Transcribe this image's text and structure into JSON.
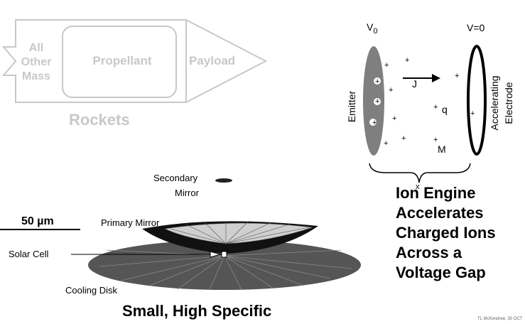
{
  "rocket": {
    "other_mass": "All Other Mass",
    "propellant": "Propellant",
    "payload": "Payload",
    "title": "Rockets"
  },
  "ion_engine": {
    "v0_label": "V",
    "v0_sub": "0",
    "v_zero_label": "V=0",
    "emitter_label": "Emitter",
    "accel_label": "Accelerating",
    "electrode_label": "Electrode",
    "j_label": "J",
    "q_label": "q",
    "m_label": "M",
    "description": "Ion Engine\nAccelerates\nCharged Ions\nAcross a\nVoltage Gap"
  },
  "mirror": {
    "secondary_line1": "Secondary",
    "secondary_line2": "Mirror",
    "primary": "Primary Mirror",
    "solar_cell": "Solar Cell",
    "cooling_disk": "Cooling Disk",
    "scale_bar": "50 µm",
    "title": "Small, High Specific"
  },
  "credit": "TL McKendree, 30 OCT",
  "colors": {
    "rocket_outline": "#c8c8c8",
    "emitter_fill": "#7f7f7f",
    "disk_fill": "#555555",
    "ink": "#000000"
  }
}
